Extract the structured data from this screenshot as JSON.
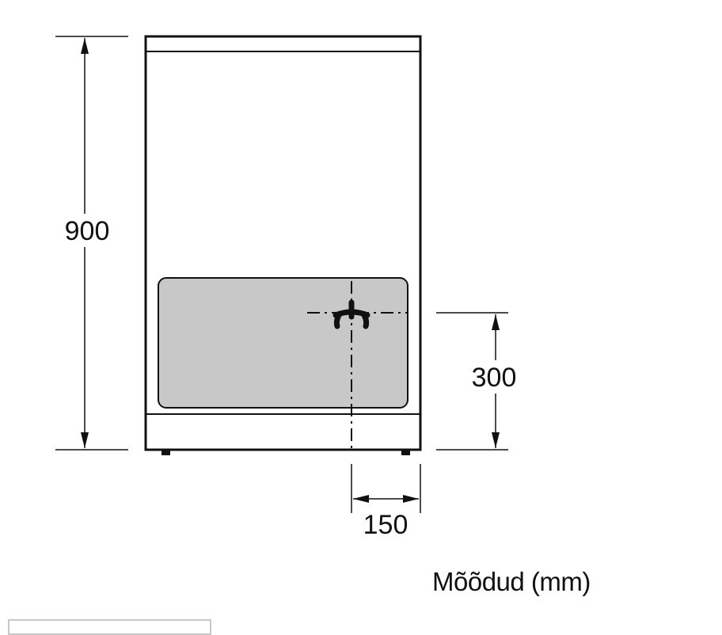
{
  "dimensions": {
    "height": "900",
    "connection_height": "300",
    "connection_offset": "150"
  },
  "caption": "Mõõdud (mm)",
  "colors": {
    "panel": "#c8c8c8",
    "line": "#111111"
  },
  "icons": {
    "connection": "gas-connection-icon"
  }
}
